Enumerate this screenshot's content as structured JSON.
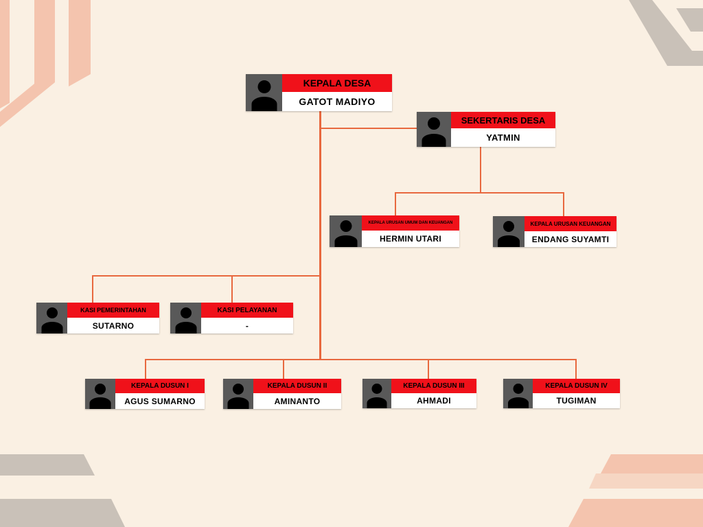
{
  "colors": {
    "background": "#faf0e3",
    "title_bg": "#f0111a",
    "name_bg": "#ffffff",
    "avatar_bg": "#595959",
    "connector": "#e8683e",
    "deco_peach": "#f4c4ae",
    "deco_gray": "#c9c1b8"
  },
  "chart_data": {
    "type": "org-chart",
    "nodes": [
      {
        "id": "kepala-desa",
        "title": "KEPALA DESA",
        "name": "GATOT MADIYO",
        "parent": null
      },
      {
        "id": "sekretaris",
        "title": "SEKERTARIS DESA",
        "name": "YATMIN",
        "parent": "kepala-desa"
      },
      {
        "id": "kaur-umum",
        "title": "KEPALA URUSAN UMUM DAN KEUANGAN",
        "name": "HERMIN UTARI",
        "parent": "sekretaris"
      },
      {
        "id": "kaur-keuangan",
        "title": "KEPALA URUSAN KEUANGAN",
        "name": "ENDANG SUYAMTI",
        "parent": "sekretaris"
      },
      {
        "id": "kasi-pemerintahan",
        "title": "KASI PEMERINTAHAN",
        "name": "SUTARNO",
        "parent": "kepala-desa"
      },
      {
        "id": "kasi-pelayanan",
        "title": "KASI PELAYANAN",
        "name": "-",
        "parent": "kepala-desa"
      },
      {
        "id": "dusun-1",
        "title": "KEPALA DUSUN I",
        "name": "AGUS SUMARNO",
        "parent": "kepala-desa"
      },
      {
        "id": "dusun-2",
        "title": "KEPALA DUSUN II",
        "name": "AMINANTO",
        "parent": "kepala-desa"
      },
      {
        "id": "dusun-3",
        "title": "KEPALA DUSUN III",
        "name": "AHMADI",
        "parent": "kepala-desa"
      },
      {
        "id": "dusun-4",
        "title": "KEPALA DUSUN IV",
        "name": "TUGIMAN",
        "parent": "kepala-desa"
      }
    ]
  }
}
